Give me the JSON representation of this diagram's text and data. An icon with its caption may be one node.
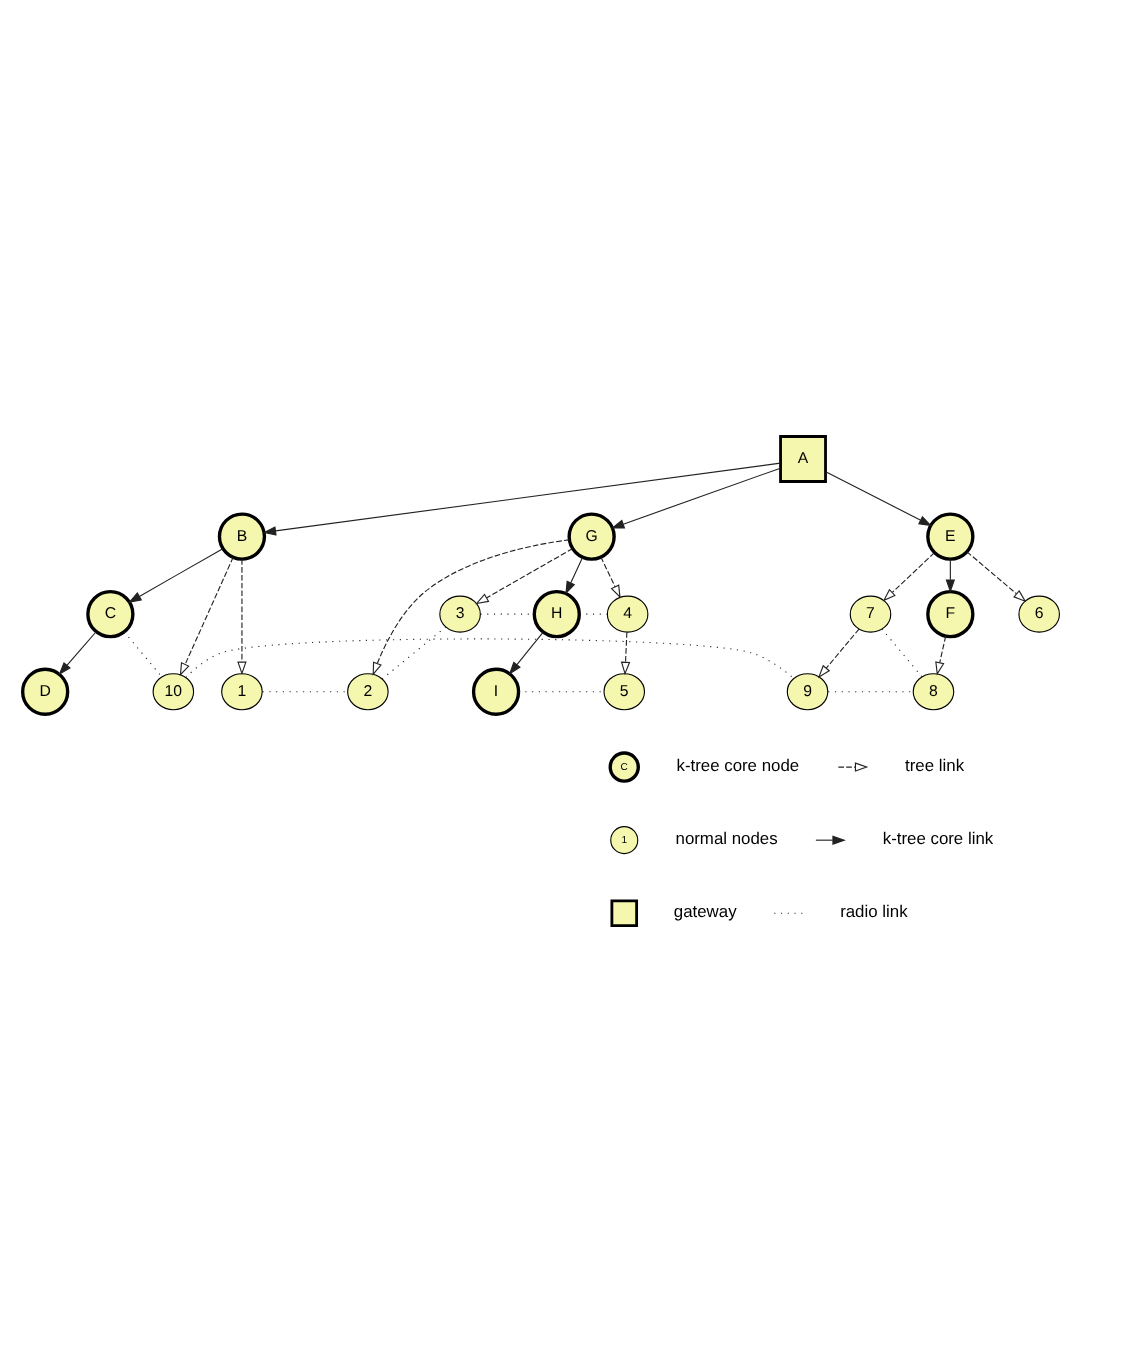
{
  "diagram": {
    "nodes": [
      {
        "text": [
          "D"
        ]
      },
      {
        "text": [
          "C"
        ]
      },
      {
        "text": [
          "1"
        ]
      },
      {
        "text": [
          "10"
        ]
      },
      {
        "text": [
          "2"
        ]
      },
      {
        "text": [
          "B"
        ]
      },
      {
        "text": [
          "9"
        ]
      },
      {
        "text": [
          "3"
        ]
      },
      {
        "text": [
          "A"
        ]
      },
      {
        "text": [
          "7"
        ]
      },
      {
        "text": [
          "G"
        ]
      },
      {
        "text": [
          "8"
        ]
      },
      {
        "text": [
          "H"
        ]
      },
      {
        "text": [
          "E"
        ]
      },
      {
        "text": [
          "4"
        ]
      },
      {
        "text": [
          "I"
        ]
      },
      {
        "text": [
          "F"
        ]
      },
      {
        "text": [
          "6"
        ]
      },
      {
        "text": [
          "5"
        ]
      }
    ],
    "edges": [
      {
        "from": 8,
        "to": 5,
        "arrow": "to"
      },
      {
        "from": 5,
        "to": 1,
        "arrow": "to"
      },
      {
        "from": 1,
        "to": 0,
        "arrow": "to"
      },
      {
        "from": 8,
        "to": 10,
        "arrow": "to"
      },
      {
        "from": 10,
        "to": 12,
        "arrow": "to"
      },
      {
        "from": 12,
        "to": 15,
        "arrow": "to"
      },
      {
        "from": 8,
        "to": 13,
        "arrow": "to"
      },
      {
        "from": 13,
        "to": 16,
        "arrow": "to"
      },
      {
        "from": 5,
        "to": 2,
        "arrow": "to",
        "style": "dashed"
      },
      {
        "from": 5,
        "to": 3,
        "arrow": "to",
        "style": "dashed"
      },
      {
        "from": 10,
        "to": 4,
        "arrow": "to",
        "style": "dashed"
      },
      {
        "from": 10,
        "to": 7,
        "arrow": "to",
        "style": "dashed"
      },
      {
        "from": 10,
        "to": 14,
        "arrow": "to",
        "style": "dashed"
      },
      {
        "from": 14,
        "to": 18,
        "arrow": "to",
        "style": "dashed"
      },
      {
        "from": 13,
        "to": 9,
        "arrow": "to",
        "style": "dashed"
      },
      {
        "from": 13,
        "to": 17,
        "arrow": "to",
        "style": "dashed"
      },
      {
        "from": 9,
        "to": 6,
        "arrow": "to",
        "style": "dashed"
      },
      {
        "from": 16,
        "to": 11,
        "arrow": "to",
        "style": "dashed"
      },
      {
        "from": 2,
        "to": 4,
        "arrow": "none",
        "style": "dashed"
      },
      {
        "from": 4,
        "to": 7,
        "arrow": "none",
        "style": "dashed"
      },
      {
        "from": 7,
        "to": 12,
        "arrow": "none",
        "style": "dashed"
      },
      {
        "from": 12,
        "to": 14,
        "arrow": "none",
        "style": "dashed"
      },
      {
        "from": 15,
        "to": 18,
        "arrow": "none",
        "style": "dashed"
      },
      {
        "from": 1,
        "to": 3,
        "arrow": "none",
        "style": "dashed"
      },
      {
        "from": 3,
        "to": 6,
        "arrow": "none",
        "style": "dashed"
      },
      {
        "from": 6,
        "to": 11,
        "arrow": "none",
        "style": "dashed"
      },
      {
        "from": 9,
        "to": 11,
        "arrow": "none",
        "style": "dashed"
      }
    ],
    "labels": [
      "C",
      "1"
    ],
    "legend": [
      {
        "text": "k-tree core node"
      },
      {
        "text": "tree link"
      },
      {
        "text": "normal nodes"
      },
      {
        "text": "k-tree core link"
      },
      {
        "text": "gateway"
      },
      {
        "text": "radio link"
      }
    ]
  }
}
